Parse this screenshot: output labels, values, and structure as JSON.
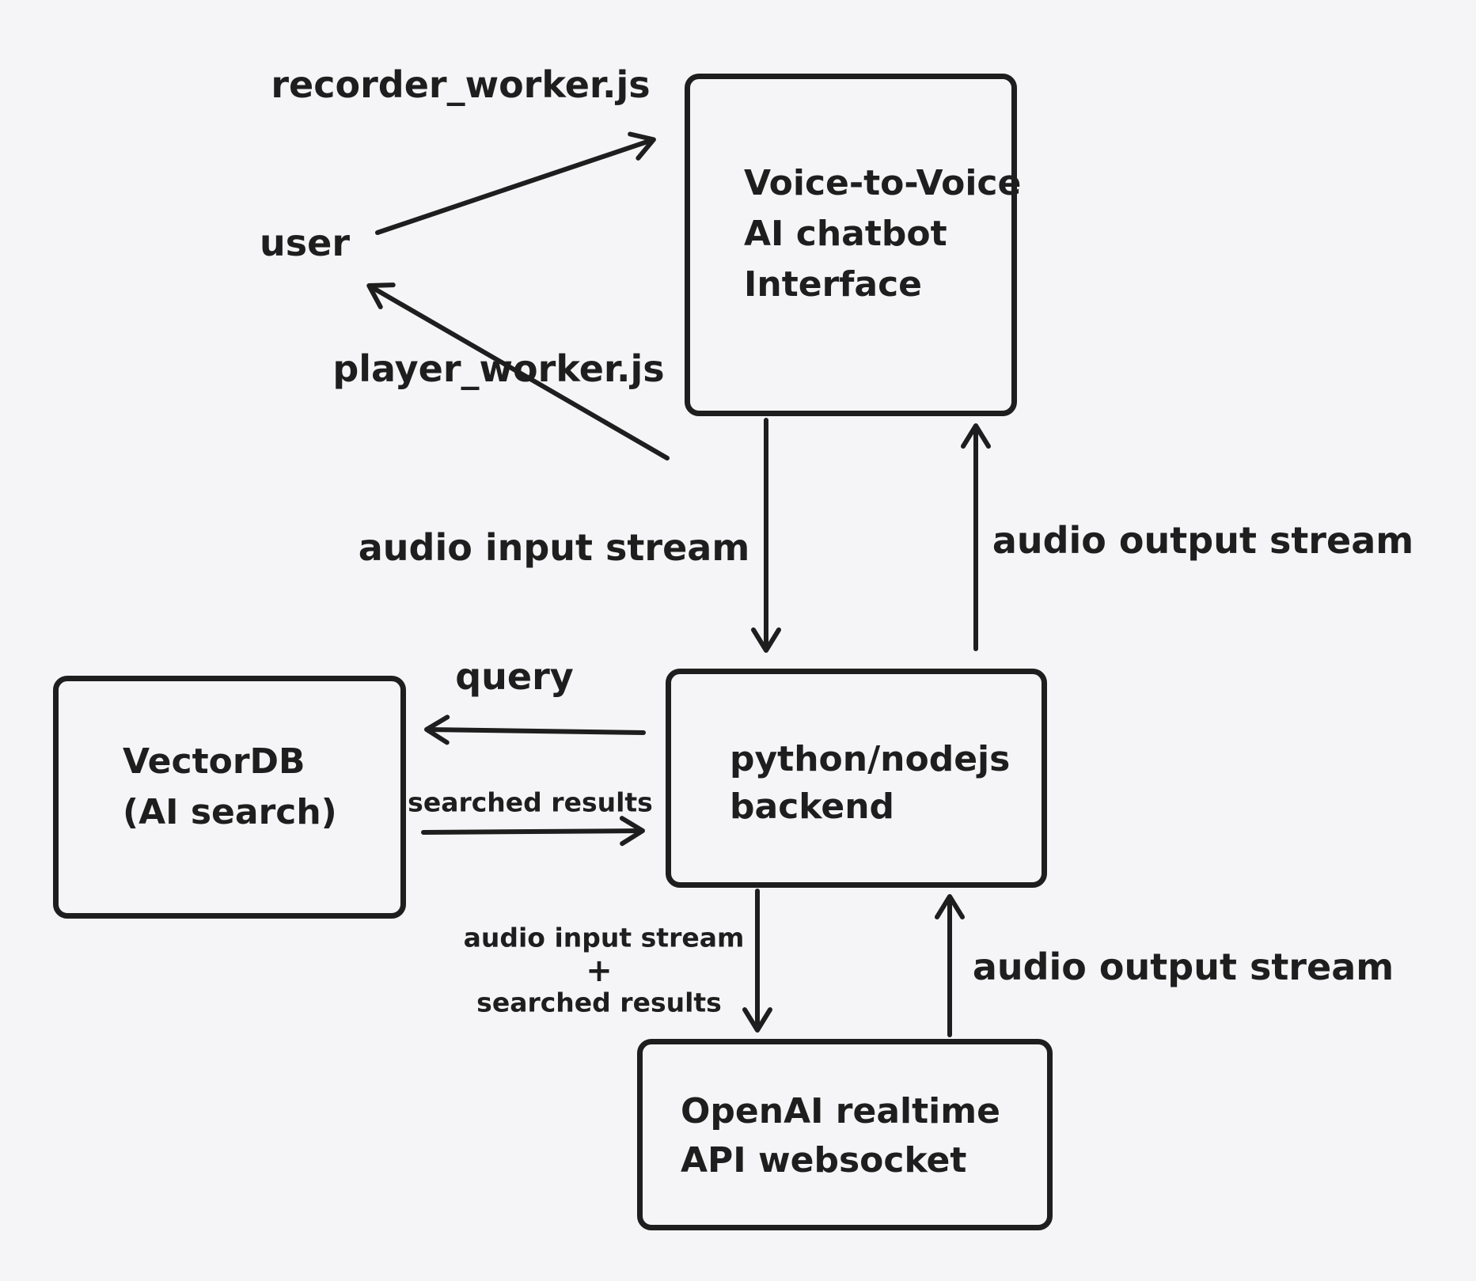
{
  "canvas": {
    "background": "#f5f5f7",
    "ink": "#1e1e1e"
  },
  "boxes": {
    "voice_interface": {
      "lines": [
        "Voice-to-Voice",
        "AI chatbot",
        "Interface"
      ]
    },
    "backend": {
      "lines": [
        "python/nodejs",
        "backend"
      ]
    },
    "vectordb": {
      "lines": [
        "VectorDB",
        "(AI search)"
      ]
    },
    "openai": {
      "lines": [
        "OpenAI realtime",
        "API websocket"
      ]
    }
  },
  "labels": {
    "recorder_worker": "recorder_worker.js",
    "user": "user",
    "player_worker": "player_worker.js",
    "audio_input_stream_top": "audio input stream",
    "audio_output_stream_top": "audio output stream",
    "query": "query",
    "searched_results": "searched results",
    "combo": {
      "line1": "audio input stream",
      "line2": "+",
      "line3": "searched results"
    },
    "audio_output_stream_bottom": "audio output stream"
  }
}
